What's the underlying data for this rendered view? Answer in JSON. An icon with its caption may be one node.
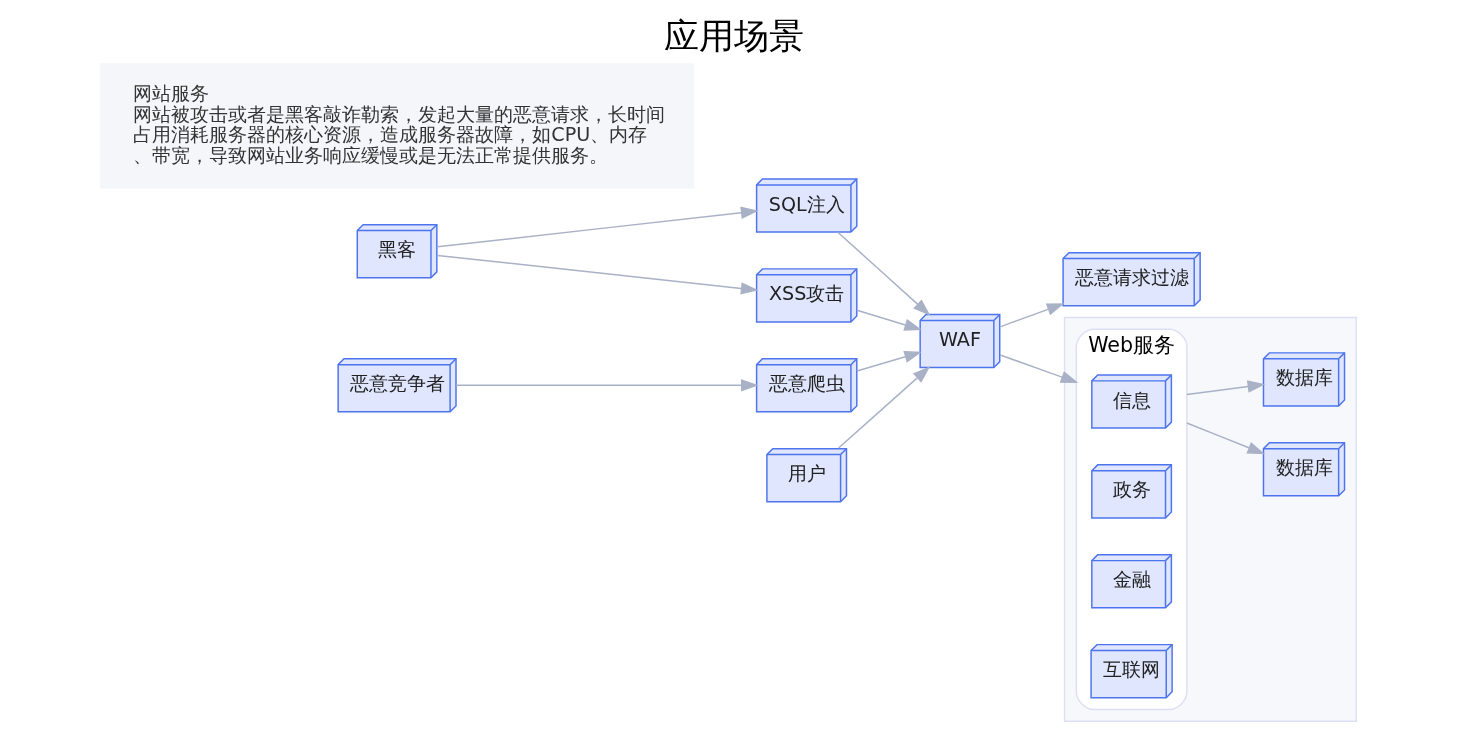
{
  "diagram": {
    "title": "应用场景",
    "nodes": [
      {
        "text": [
          "黑客"
        ]
      },
      {
        "text": [
          "SQL注入"
        ]
      },
      {
        "text": [
          "XSS攻击"
        ]
      },
      {
        "text": [
          "恶意竞争者"
        ]
      },
      {
        "text": [
          "恶意爬虫"
        ]
      },
      {
        "text": [
          "用户"
        ]
      },
      {
        "text": [
          "恶意请求过滤"
        ]
      },
      {
        "text": [
          "WAF"
        ]
      },
      {
        "text": [],
        "shape": "box"
      },
      {
        "text": [
          "Web服务"
        ],
        "in": 8
      },
      {
        "text": [
          "信息"
        ],
        "in": 9
      },
      {
        "text": [
          "政务"
        ],
        "in": 9
      },
      {
        "text": [
          "金融"
        ],
        "in": 9
      },
      {
        "text": [
          "互联网"
        ],
        "in": 9
      },
      {
        "text": [
          "数据库"
        ],
        "in": 8
      },
      {
        "text": [
          "数据库"
        ],
        "in": 8
      },
      {
        "text": [
          "网站服务",
          "网站被攻击或者是黑客敲诈勒索，发起大量的恶意请求，长时间占用消耗服务器的核心资源，造成服务器故障，如CPU、内存、带宽，导致网站业务响应缓慢或是无法正常提供服务。"
        ]
      }
    ],
    "edges": [
      {
        "from": 0,
        "to": 1,
        "arrow": "to"
      },
      {
        "from": 0,
        "to": 2,
        "arrow": "to"
      },
      {
        "from": 3,
        "to": 4,
        "arrow": "to"
      },
      {
        "from": 1,
        "to": 7,
        "arrow": "to"
      },
      {
        "from": 2,
        "to": 7,
        "arrow": "to"
      },
      {
        "from": 4,
        "to": 7,
        "arrow": "to"
      },
      {
        "from": 5,
        "to": 7,
        "arrow": "to"
      },
      {
        "from": 7,
        "to": 6,
        "arrow": "to"
      },
      {
        "from": 7,
        "to": 9,
        "arrow": "to"
      },
      {
        "from": 9,
        "to": 14,
        "arrow": "to"
      },
      {
        "from": 9,
        "to": 15,
        "arrow": "to"
      }
    ]
  }
}
